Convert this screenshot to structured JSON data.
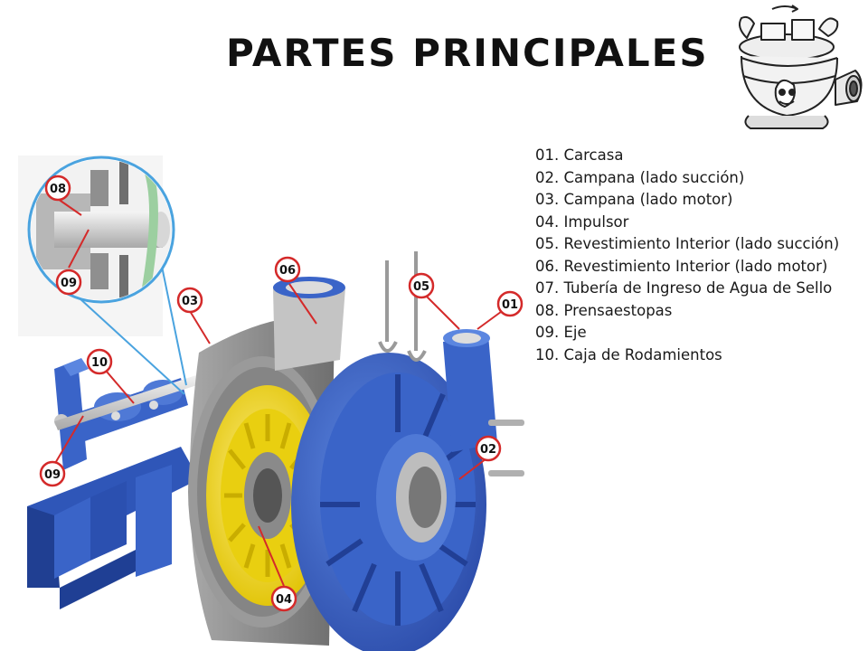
{
  "title": "Partes principales",
  "parts": [
    {
      "num": "01",
      "label": "01. Carcasa"
    },
    {
      "num": "02",
      "label": "02. Campana (lado succión)"
    },
    {
      "num": "03",
      "label": "03. Campana (lado motor)"
    },
    {
      "num": "04",
      "label": "04. Impulsor"
    },
    {
      "num": "05",
      "label": "05. Revestimiento Interior (lado succión)"
    },
    {
      "num": "06",
      "label": "06. Revestimiento Interior (lado motor)"
    },
    {
      "num": "07",
      "label": "07. Tubería de Ingreso de Agua de Sello"
    },
    {
      "num": "08",
      "label": "08. Prensaestopas"
    },
    {
      "num": "09",
      "label": "09. Eje"
    },
    {
      "num": "10",
      "label": "10. Caja de Rodamientos"
    }
  ],
  "callouts": {
    "c01": "01",
    "c02": "02",
    "c03": "03",
    "c04": "04",
    "c05": "05",
    "c06": "06",
    "c08": "08",
    "c09_inset": "09",
    "c09": "09",
    "c10": "10"
  },
  "colors": {
    "pump_blue": "#3a64c8",
    "pump_blue_dark": "#22419a",
    "impeller_yellow": "#f2d81a",
    "liner_gray": "#8e8e8e",
    "callout_red": "#d42a2a",
    "inset_border": "#4aa3df"
  },
  "icons": [
    "pump-mascot-icon"
  ]
}
